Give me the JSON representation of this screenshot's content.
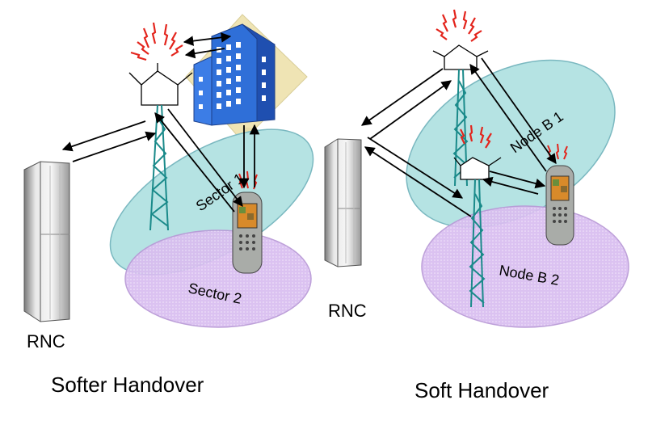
{
  "left": {
    "title": "Softer Handover",
    "rnc_label": "RNC",
    "sector1_label": "Sector 1",
    "sector2_label": "Sector 2"
  },
  "right": {
    "title": "Soft Handover",
    "rnc_label": "RNC",
    "nodeb1_label": "Node B 1",
    "nodeb2_label": "Node B 2"
  },
  "colors": {
    "cell_teal": "#b5e3e3",
    "cell_purple": "#d6b8ee",
    "tower": "#1a8a8a",
    "building": "#2f6fd8",
    "building_bg": "#efe4b4",
    "signal_red": "#e3241c",
    "rnc_gray": "#c8c8c8"
  },
  "icons": [
    "rnc-rack-icon",
    "tower-icon",
    "antenna-icon",
    "building-icon",
    "mobile-phone-icon",
    "signal-icon"
  ]
}
